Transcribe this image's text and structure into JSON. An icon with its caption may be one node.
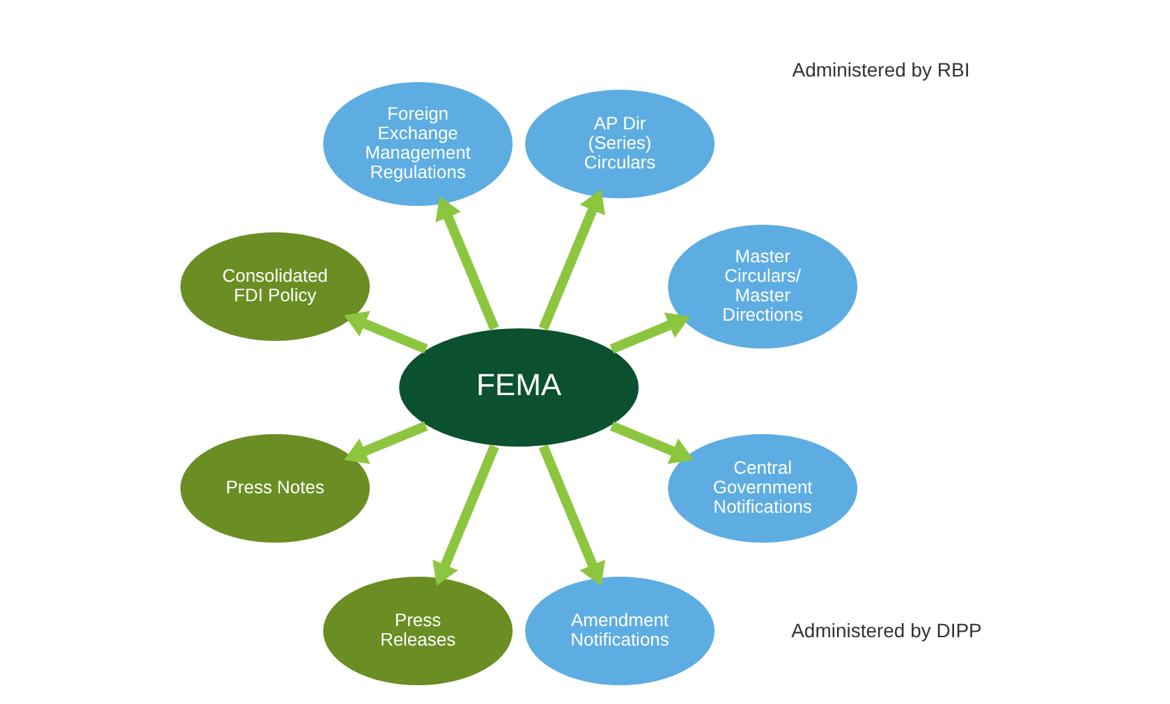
{
  "diagram": {
    "nodes": [
      {
        "text": [
          "FEMA"
        ]
      },
      {
        "text": [
          "Master Circulars/ Master Directions"
        ]
      },
      {
        "text": [
          "AP Dir (Series) Circulars"
        ]
      },
      {
        "text": [
          "Foreign Exchange Management Regulations"
        ]
      },
      {
        "text": [
          "Consolidated FDI Policy"
        ]
      },
      {
        "text": [
          "Press Notes"
        ]
      },
      {
        "text": [
          "Press Releases"
        ]
      },
      {
        "text": [
          "Amendment Notifications"
        ]
      },
      {
        "text": [
          "Central Government Notifications"
        ]
      }
    ],
    "edges": [
      {
        "from": 0,
        "to": 1,
        "arrow": "to"
      },
      {
        "from": 0,
        "to": 2,
        "arrow": "to"
      },
      {
        "from": 0,
        "to": 3,
        "arrow": "to"
      },
      {
        "from": 0,
        "to": 4,
        "arrow": "to"
      },
      {
        "from": 0,
        "to": 5,
        "arrow": "to"
      },
      {
        "from": 0,
        "to": 6,
        "arrow": "to"
      },
      {
        "from": 0,
        "to": 7,
        "arrow": "to"
      },
      {
        "from": 0,
        "to": 8,
        "arrow": "to"
      }
    ],
    "labels": [
      "Administered by RBI",
      "Administered by DIPP"
    ]
  }
}
